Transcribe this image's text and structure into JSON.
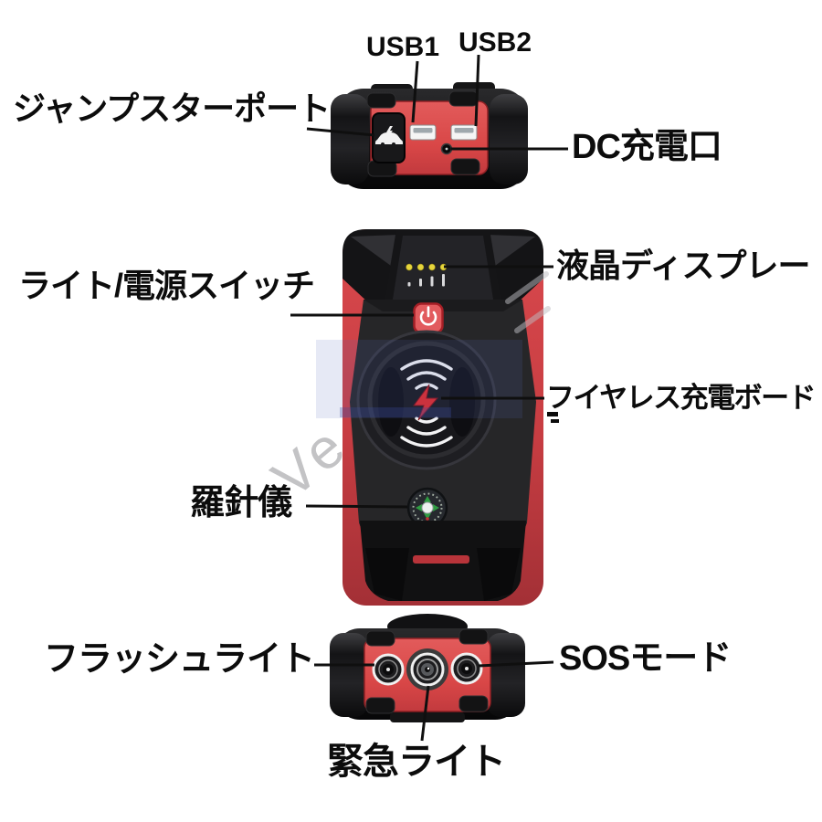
{
  "callouts": {
    "usb1": "USB1",
    "usb2": "USB2",
    "jump_starter_port": "ジャンプスターポート",
    "dc_charge_port": "DC充電口",
    "light_power_switch": "ライト/電源スイッチ",
    "lcd_display": "液晶ディスプレー",
    "wireless_charging_board": "フイヤレス充電ボード",
    "compass": "羅針儀",
    "flashlight": "フラッシュライト",
    "sos_mode": "SOSモード",
    "emergency_light": "緊急ライト"
  },
  "watermark": "Ve",
  "icons": {
    "jump_port_icon": "car-with-bolt-icon",
    "power_button_icon": "power-icon",
    "wireless_pad_icon": "wifi-arcs-icon",
    "wireless_center_icon": "lightning-icon",
    "compass_icon": "compass-icon",
    "battery_indicator_icon": "led-dots-icon"
  },
  "colors": {
    "background": "#ffffff",
    "body_red": "#d8484c",
    "panel_red": "#e05050",
    "body_black": "#1c1c1e",
    "label_text": "#0c0c0c",
    "led_yellow": "#e6d53c",
    "bolt_red": "#e02828",
    "arc_white": "#f2f2f4",
    "compass_green": "#2f9c42",
    "watermark_grey": "#919196",
    "overlay_blue": "#5a69be"
  }
}
